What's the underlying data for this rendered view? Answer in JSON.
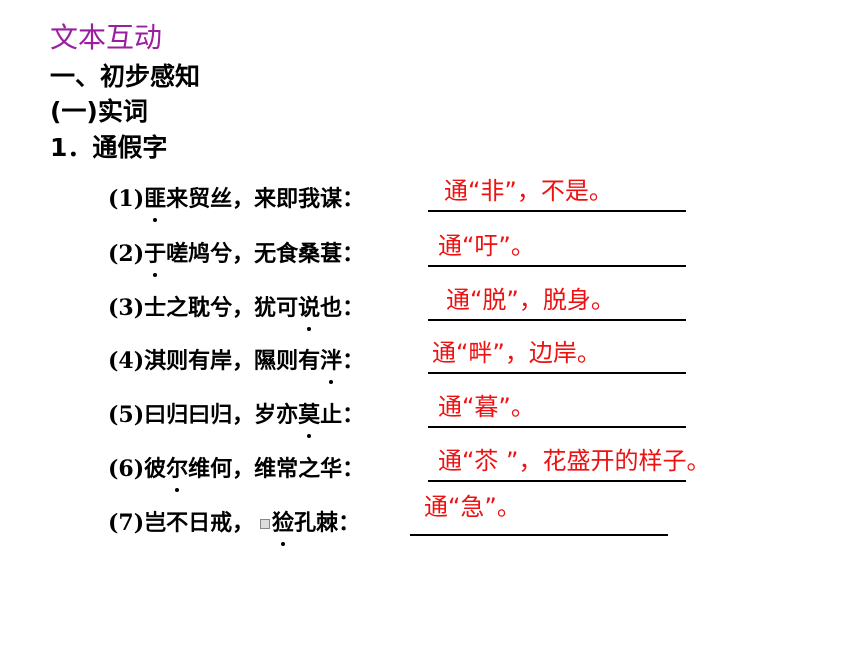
{
  "section_title": "文本互动",
  "heading1": "一、初步感知",
  "heading2": "(一)实词",
  "heading3": "1．通假字",
  "items": [
    {
      "pre": "(1)",
      "dot": "匪",
      "post": "来贸丝，来即我谋：",
      "answer": "通“非”，不是。"
    },
    {
      "pre": "(2)",
      "dot": "于",
      "post": "嗟鸠兮，无食桑葚：",
      "answer": "通“吁”。"
    },
    {
      "pre": "(3)士之耽兮，犹可",
      "dot": "说",
      "post": "也：",
      "answer": "通“脱”，脱身。"
    },
    {
      "pre": "(4)淇则有岸，隰则有",
      "dot": "泮",
      "post": "：",
      "answer": "通“畔”，边岸。"
    },
    {
      "pre": "(5)曰归曰归，岁亦",
      "dot": "莫",
      "post": "止：",
      "answer": "通“暮”。"
    },
    {
      "pre": "(6)彼",
      "dot": "尔",
      "post": "维何，维常之华：",
      "answer": "通“苶 ”，花盛开的样子。"
    },
    {
      "pre": "(7)岂不日戒，",
      "dot": "猃",
      "post": "孔棘：",
      "answer": "通“急”。"
    }
  ]
}
